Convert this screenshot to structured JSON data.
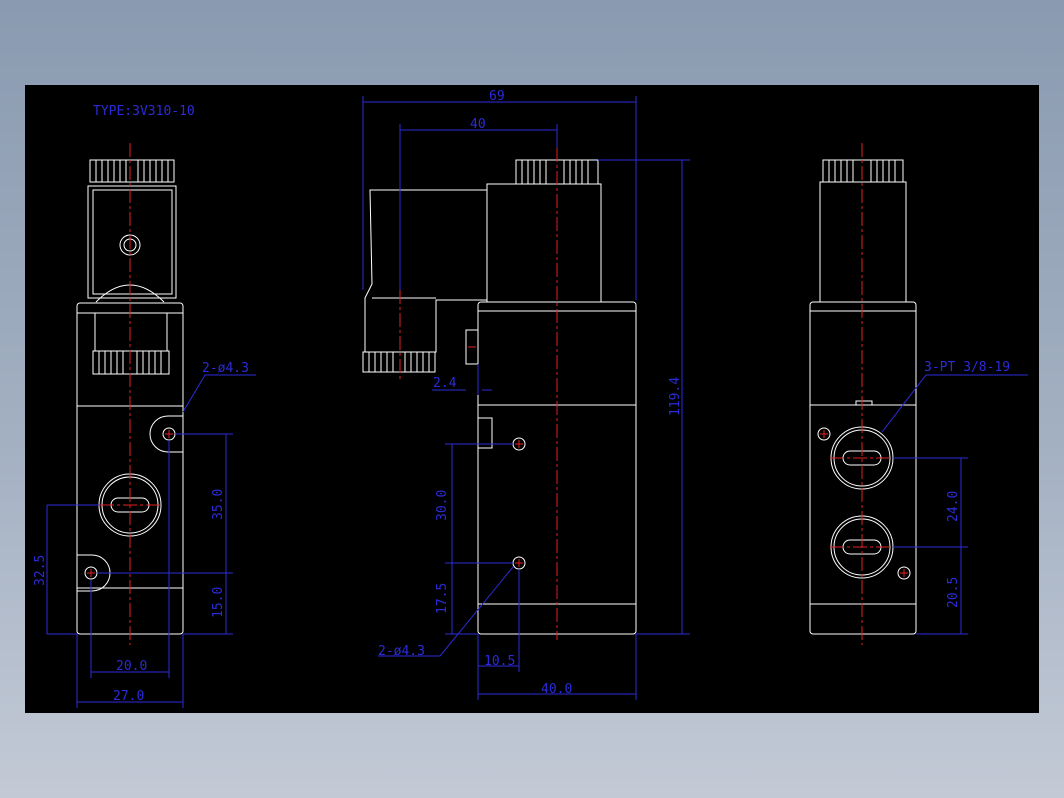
{
  "title": "TYPE:3V310-10",
  "colors": {
    "background": "#000000",
    "frame": "#8a9ab0",
    "outline": "#ffffff",
    "dimension": "#2b2bd8",
    "centerline": "#e02020"
  },
  "views": {
    "left": {
      "hole_callout": "2-ø4.3",
      "dims": {
        "d35": "35.0",
        "d15": "15.0",
        "d32_5": "32.5",
        "d20": "20.0",
        "d27": "27.0"
      }
    },
    "middle": {
      "dims": {
        "d69": "69",
        "d40_top": "40",
        "d119_4": "119.4",
        "d2_4": "2.4",
        "d30": "30.0",
        "d17_5": "17.5",
        "d10_5": "10.5",
        "d40_bottom": "40.0"
      },
      "hole_callout": "2-ø4.3"
    },
    "right": {
      "port_callout": "3-PT 3/8-19",
      "dims": {
        "d24": "24.0",
        "d20_5": "20.5"
      }
    }
  }
}
